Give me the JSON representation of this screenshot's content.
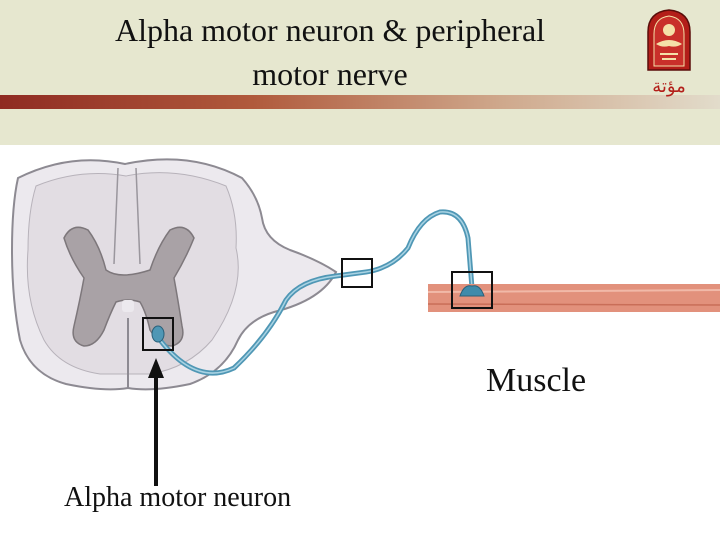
{
  "slide": {
    "title_line1": "Alpha motor neuron & peripheral",
    "title_line2": "motor nerve"
  },
  "logo": {
    "icon": "university-crest-icon",
    "script_text": "ﻣﺆﺗﺔ"
  },
  "labels": {
    "muscle": "Muscle",
    "alpha_motor_neuron": "Alpha motor neuron"
  },
  "colors": {
    "header_bg": "#e6e7cf",
    "header_stripe": "#8f2b22",
    "white_matter": "#ece9ee",
    "gray_matter": "#a9a2a6",
    "nerve_fiber": "#4f97b5",
    "muscle": "#e2917c",
    "logo_red": "#b31e19"
  }
}
